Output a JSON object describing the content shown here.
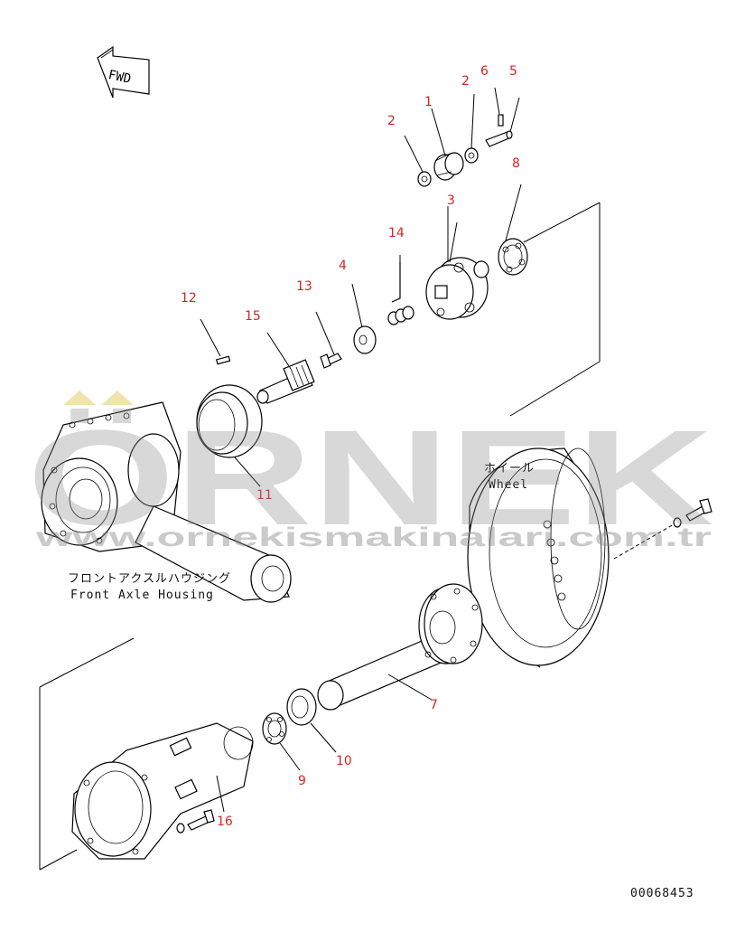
{
  "diagram": {
    "fwd_label": "FWD",
    "drawing_number": "00068453",
    "captions": {
      "front_axle_housing_jp": "フロントアクスルハウジング",
      "front_axle_housing_en": "Front Axle Housing",
      "wheel_jp": "ホイール",
      "wheel_en": "Wheel"
    },
    "callouts": {
      "c1": "1",
      "c2a": "2",
      "c2b": "2",
      "c3": "3",
      "c4": "4",
      "c5": "5",
      "c6": "6",
      "c7": "7",
      "c8": "8",
      "c9": "9",
      "c10": "10",
      "c11": "11",
      "c12": "12",
      "c13": "13",
      "c14": "14",
      "c15": "15",
      "c16": "16"
    }
  },
  "watermark": {
    "brand": "ÖRNEK",
    "url": "www.ornekismakinalari.com.tr"
  },
  "colors": {
    "callout": "#dd2222",
    "watermark": "#8c8c8c",
    "watermark_accent": "#e8d98a",
    "line": "#000000"
  }
}
